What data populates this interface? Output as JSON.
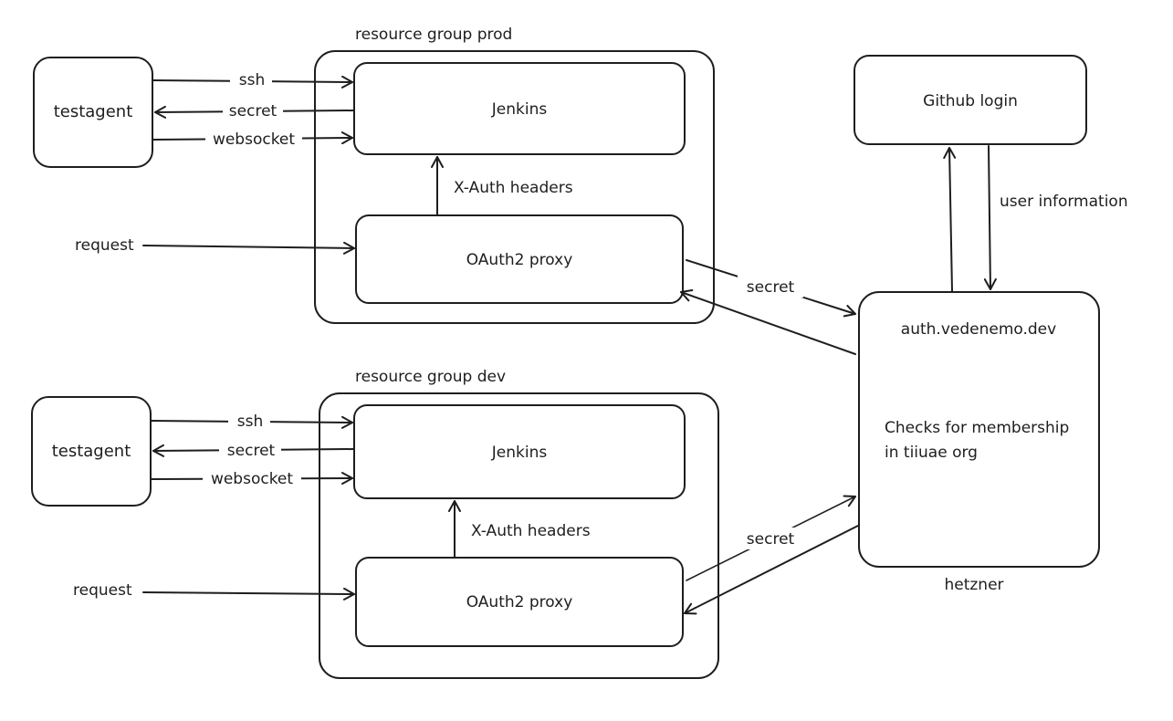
{
  "prod": {
    "group_label": "resource group prod",
    "testagent": "testagent",
    "jenkins": "Jenkins",
    "oauth_proxy": "OAuth2 proxy",
    "edge_ssh": "ssh",
    "edge_secret": "secret",
    "edge_websocket": "websocket",
    "edge_xauth": "X-Auth headers",
    "edge_request": "request",
    "edge_secret_auth": "secret"
  },
  "dev": {
    "group_label": "resource group dev",
    "testagent": "testagent",
    "jenkins": "Jenkins",
    "oauth_proxy": "OAuth2 proxy",
    "edge_ssh": "ssh",
    "edge_secret": "secret",
    "edge_websocket": "websocket",
    "edge_xauth": "X-Auth headers",
    "edge_request": "request",
    "edge_secret_auth": "secret"
  },
  "github": {
    "login": "Github login",
    "edge_user_info": "user information"
  },
  "auth": {
    "title": "auth.vedenemo.dev",
    "desc_line1": "Checks for membership",
    "desc_line2": "in tiiuae org",
    "host_label": "hetzner"
  }
}
